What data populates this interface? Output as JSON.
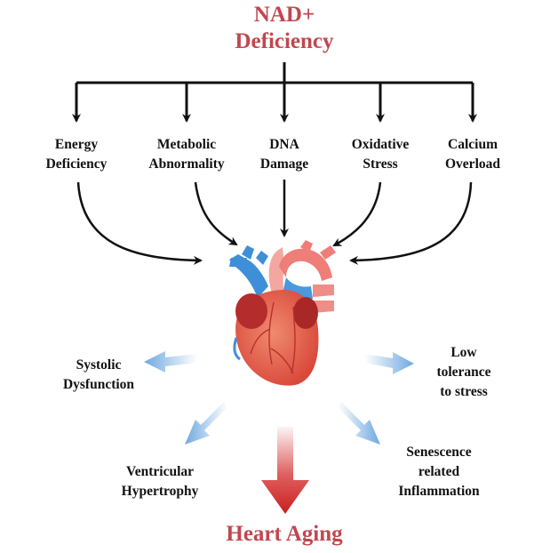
{
  "title": {
    "line1": "NAD+",
    "line2": "Deficiency"
  },
  "causes": [
    {
      "line1": "Energy",
      "line2": "Deficiency"
    },
    {
      "line1": "Metabolic",
      "line2": "Abnormality"
    },
    {
      "line1": "DNA",
      "line2": "Damage"
    },
    {
      "line1": "Oxidative",
      "line2": "Stress"
    },
    {
      "line1": "Calcium",
      "line2": "Overload"
    }
  ],
  "effects": {
    "systolic": {
      "line1": "Systolic",
      "line2": "Dysfunction"
    },
    "tolerance": {
      "line1": "Low",
      "line2": "tolerance",
      "line3": "to stress"
    },
    "hypertrophy": {
      "line1": "Ventricular",
      "line2": "Hypertrophy"
    },
    "senescence": {
      "line1": "Senescence",
      "line2": "related",
      "line3": "Inflammation"
    }
  },
  "outcome": "Heart Aging",
  "colors": {
    "title": "#c1474e",
    "arrow": "#111111",
    "effect_arrow": "#6fa8e0",
    "main_arrow": "#d42a2a",
    "heart": "#e05a4a"
  },
  "icons": {
    "center": "heart-icon"
  }
}
